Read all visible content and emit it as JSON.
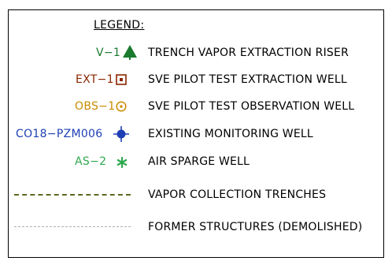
{
  "legend": {
    "title": "LEGEND:",
    "items": [
      {
        "symbol_label": "V−1",
        "icon": "tree-triangle-icon",
        "color": "#1a7a2e",
        "description": "TRENCH VAPOR EXTRACTION RISER"
      },
      {
        "symbol_label": "EXT−1",
        "icon": "square-dot-icon",
        "color": "#8b2500",
        "description": "SVE PILOT TEST EXTRACTION WELL"
      },
      {
        "symbol_label": "OBS−1",
        "icon": "circle-dot-icon",
        "color": "#c98a00",
        "description": "SVE PILOT TEST OBSERVATION WELL"
      },
      {
        "symbol_label": "CO18−PZM006",
        "icon": "crosshair-circle-icon",
        "color": "#1f3fb4",
        "description": "EXISTING MONITORING WELL"
      },
      {
        "symbol_label": "AS−2",
        "icon": "asterisk-icon",
        "color": "#2fa84f",
        "description": "AIR SPARGE WELL"
      },
      {
        "symbol_label": "",
        "icon": "dashed-line-olive",
        "color": "#5a6b1f",
        "description": "VAPOR COLLECTION TRENCHES"
      },
      {
        "symbol_label": "",
        "icon": "dashed-line-gray",
        "color": "#b0b0b0",
        "description": "FORMER STRUCTURES (DEMOLISHED)"
      }
    ]
  }
}
